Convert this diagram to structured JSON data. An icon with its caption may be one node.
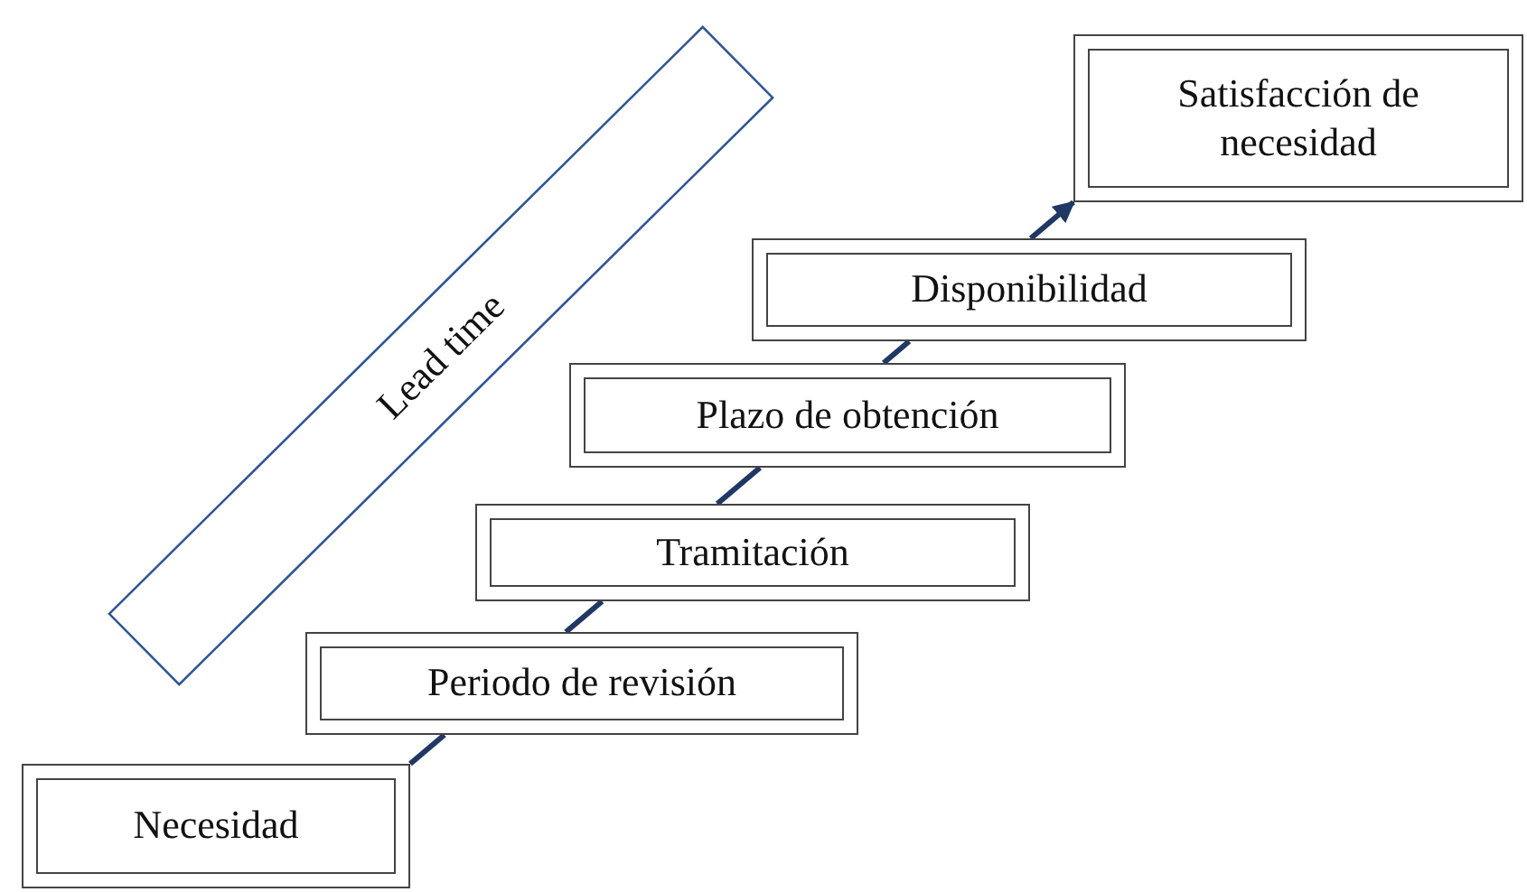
{
  "diagram": {
    "nodes": [
      {
        "text": [
          "Lead time"
        ]
      },
      {
        "text": [
          "Necesidad"
        ]
      },
      {
        "text": [
          "Periodo de revisión"
        ]
      },
      {
        "text": [
          "Tramitación"
        ]
      },
      {
        "text": [
          "Plazo de obtención"
        ]
      },
      {
        "text": [
          "Disponibilidad"
        ]
      },
      {
        "text": [
          "Satisfacción de necesidad"
        ]
      }
    ],
    "edges": [
      {
        "from": 1,
        "to": 2,
        "arrow": "none"
      },
      {
        "from": 2,
        "to": 3,
        "arrow": "none"
      },
      {
        "from": 3,
        "to": 4,
        "arrow": "none"
      },
      {
        "from": 4,
        "to": 5,
        "arrow": "none"
      },
      {
        "from": 5,
        "to": 6,
        "arrow": "to"
      }
    ]
  }
}
